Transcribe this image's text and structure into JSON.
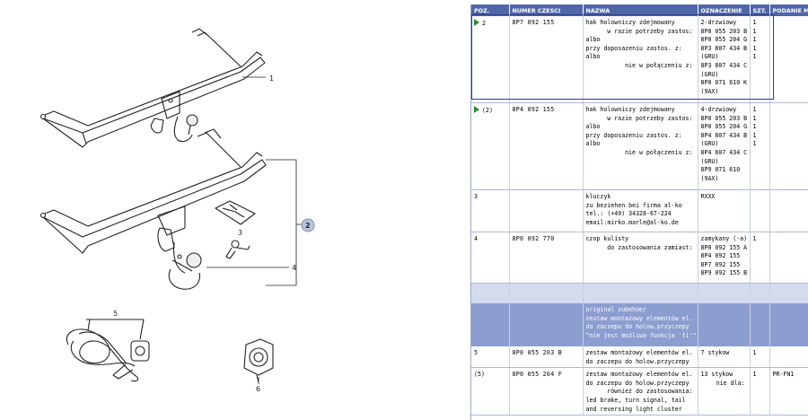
{
  "diagram": {
    "callouts": [
      "1",
      "2",
      "3",
      "4",
      "5",
      "6"
    ]
  },
  "table": {
    "headers": [
      "POZ.",
      "NUMER CZESCI",
      "NAZWA",
      "OZNACZENIE",
      "SZT.",
      "PODANIE M"
    ],
    "rows": [
      {
        "poz": "2",
        "numer": "8P7  092  155",
        "nazwa": [
          "hak holowniczy zdejmowany",
          "w razie potrzeby zastos:",
          "albo",
          "przy doposazeniu zastos. z:",
          "",
          "albo",
          "",
          "nie w połączeniu z:",
          ""
        ],
        "nazwa_align": [
          "l",
          "r",
          "l",
          "l",
          "l",
          "l",
          "l",
          "r",
          "l"
        ],
        "oznaczenie": [
          "2-drzwiowy",
          "8P0 055 203 B",
          "8P0 055 204 G",
          "8P3 807 434 B",
          "(GRU)",
          "8P3 807 434 C",
          "(GRU)",
          "8P0 071 610 K",
          "(9AX)"
        ],
        "szt": [
          "1",
          "1",
          "1",
          "1",
          "",
          "1",
          "",
          "",
          ""
        ],
        "podanie": []
      },
      {
        "poz": "(2)",
        "numer": "8P4  092  155",
        "nazwa": [
          "hak holowniczy zdejmowany",
          "w razie potrzeby zastos:",
          "albo",
          "przy doposazeniu zastos. z:",
          "",
          "albo",
          "",
          "nie w połączeniu z:",
          ""
        ],
        "nazwa_align": [
          "l",
          "r",
          "l",
          "l",
          "l",
          "l",
          "l",
          "r",
          "l"
        ],
        "oznaczenie": [
          "4-drzwiowy",
          "8P0 055 203 B",
          "8P0 055 204 G",
          "8P4 807 434 B",
          "(GRU)",
          "8P4 807 434 C",
          "(GRU)",
          "8P9 071 610",
          "(9AX)"
        ],
        "szt": [
          "1",
          "1",
          "1",
          "1",
          "",
          "1",
          "",
          "",
          ""
        ],
        "podanie": []
      },
      {
        "poz": "3",
        "numer": "",
        "nazwa": [
          "kluczyk",
          "zu beziehen bei firma al-ko",
          "tel.: (+49) 34328-67-224",
          "email:mirko.marle@al-ko.de"
        ],
        "nazwa_align": [
          "l",
          "l",
          "l",
          "l"
        ],
        "oznaczenie": [
          "RXXX"
        ],
        "szt": [],
        "podanie": []
      },
      {
        "poz": "4",
        "numer": "8P0  092  770",
        "nazwa": [
          "czop kulisty",
          "do zastosowania zamiast:"
        ],
        "nazwa_align": [
          "l",
          "r"
        ],
        "oznaczenie": [
          "zamykany (-a)",
          "8P0 092 155 A",
          "8P4 092 155",
          "8P7 092 155",
          "8P9 092 155 B"
        ],
        "szt": [
          "1"
        ],
        "podanie": []
      },
      {
        "poz": "5",
        "numer": "8P0  055  203  B",
        "nazwa": [
          "zestaw montażowy elementów el.",
          "do zaczepu do holow.przyczepy"
        ],
        "nazwa_align": [
          "l",
          "l"
        ],
        "oznaczenie": [
          "7 stykow"
        ],
        "szt": [
          "1"
        ],
        "podanie": []
      },
      {
        "poz": "(5)",
        "numer": "8P0  055  204  F",
        "nazwa": [
          "zestaw montażowy elementów el.",
          "do zaczepu do holow.przyczepy",
          "również do zastosowania:",
          "led brake, turn signal, tail",
          "and reversing light cluster"
        ],
        "nazwa_align": [
          "l",
          "l",
          "r",
          "l",
          "l"
        ],
        "oznaczenie": [
          "13 stykow",
          "nie dla:"
        ],
        "oznaczenie_align": [
          "l",
          "r"
        ],
        "szt": [
          "1"
        ],
        "podanie": [
          "",
          "PR-FN1"
        ]
      }
    ],
    "group_note": [
      "original zubehoer",
      "zestaw montażowy elementów el.",
      "do zaczepu do holow.przyczepy",
      "\"nie jest możliwa funkcja 'fi'\""
    ]
  }
}
